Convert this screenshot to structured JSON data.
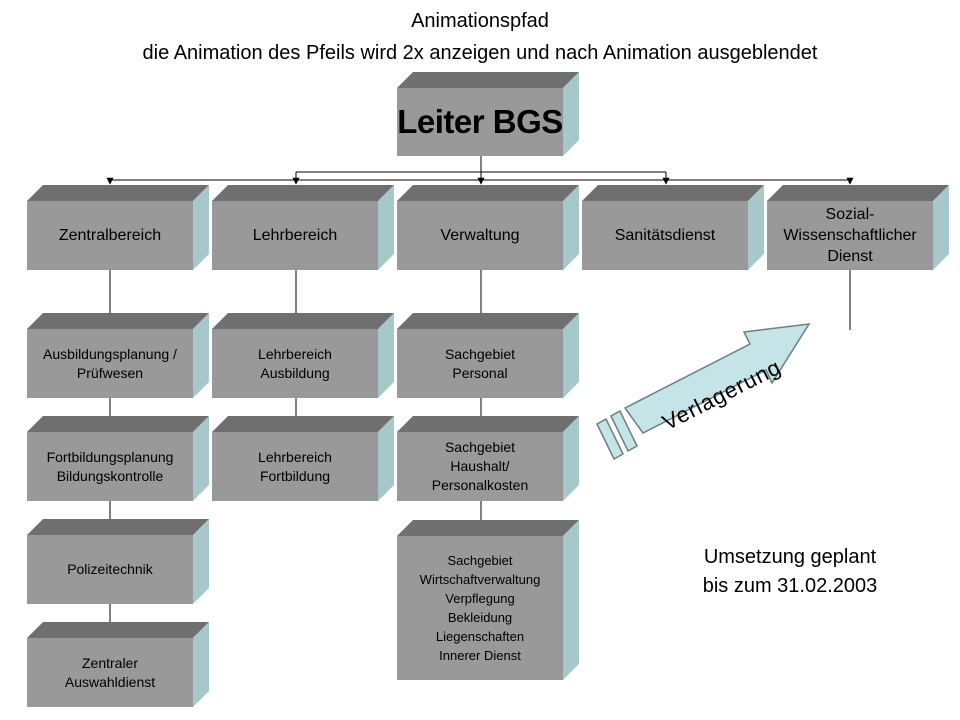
{
  "header": {
    "title": "Animationspfad",
    "subtitle": "die Animation des Pfeils wird 2x anzeigen und nach Animation ausgeblendet"
  },
  "colors": {
    "box_front": "#999999",
    "box_top": "#6f6f6f",
    "box_side": "#a6c8cb",
    "connector": "#000000",
    "arrow_fill": "#c5e4e8",
    "arrow_stroke": "#6b7f82"
  },
  "org": {
    "root": "Leiter BGS",
    "departments": [
      {
        "label": "Zentralbereich",
        "units": [
          "Ausbildungsplanung /\nPrüfwesen",
          "Fortbildungsplanung\nBildungskontrolle",
          "Polizeitechnik",
          "Zentraler\nAuswahldienst"
        ]
      },
      {
        "label": "Lehrbereich",
        "units": [
          "Lehrbereich\nAusbildung",
          "Lehrbereich\nFortbildung"
        ]
      },
      {
        "label": "Verwaltung",
        "units": [
          "Sachgebiet\nPersonal",
          "Sachgebiet\nHaushalt/\nPersonalkosten",
          "Sachgebiet\nWirtschaftverwaltung\nVerpflegung\nBekleidung\nLiegenschaften\nInnerer Dienst"
        ]
      },
      {
        "label": "Sanitätsdienst",
        "units": []
      },
      {
        "label": "Sozial-\nWissenschaftlicher\nDienst",
        "units": []
      }
    ]
  },
  "arrow": {
    "label": "Verlagerung",
    "icon": "relocation-arrow-icon"
  },
  "note": {
    "line1": "Umsetzung geplant",
    "line2": "bis zum 31.02.2003"
  }
}
